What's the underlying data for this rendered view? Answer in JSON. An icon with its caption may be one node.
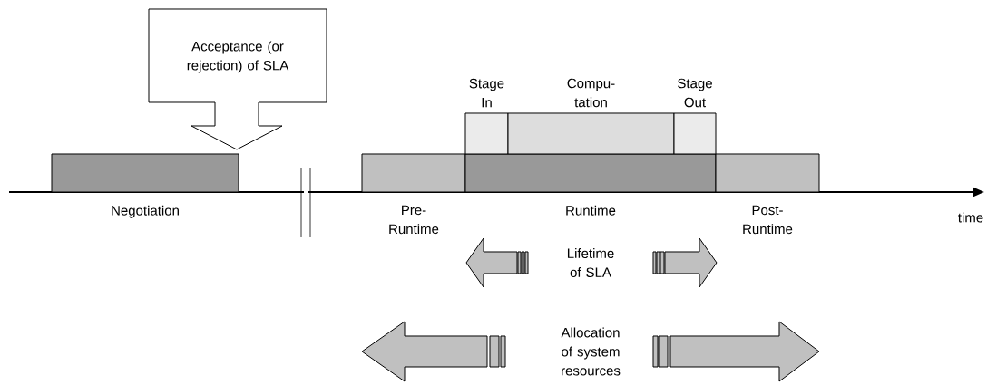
{
  "diagram": {
    "nodes": [
      {
        "text": [
          "Negotiation"
        ]
      },
      {
        "text": [
          "Pre- Runtime"
        ]
      },
      {
        "text": [
          "Runtime"
        ]
      },
      {
        "text": [
          "Post- Runtime"
        ]
      },
      {
        "text": [
          "Stage In"
        ]
      },
      {
        "text": [
          "Compu- tation"
        ]
      },
      {
        "text": [
          "Stage Out"
        ]
      },
      {
        "text": [
          "Acceptance (or rejection) of SLA"
        ]
      }
    ],
    "labels": [
      "time",
      "Lifetime of SLA",
      "Allocation of system resources"
    ]
  }
}
